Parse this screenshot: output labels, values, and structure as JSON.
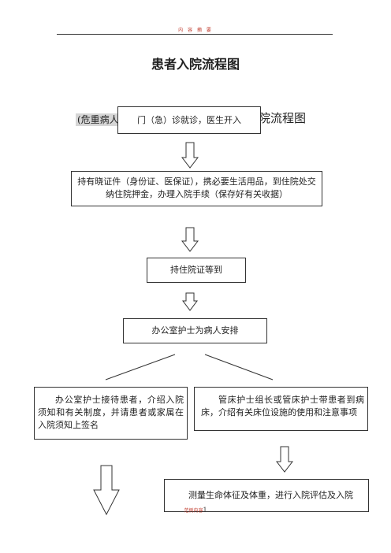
{
  "header": {
    "text": "内 容 摘 要"
  },
  "title": "患者入院流程图",
  "behind_text": {
    "left": "(危重病人",
    "right": "院流程图"
  },
  "boxes": {
    "b1": "门（急）诊就诊，医生开入",
    "b2": "持有晓证件（身份证、医保证），携必要生活用品，到住院处交纳住院押金，办理入院手续（保存好有关收据）",
    "b3": "持住院证等到",
    "b4": "办公室护士为病人安排",
    "b5": "办公室护士接待患者，介绍入院须知和有关制度，并请患者或家属在入院须知上签名",
    "b6": "管床护士组长或管床护士带患者到病床，介绍有关床位设施的使用和注意事项",
    "b7": "测量生命体征及体重，进行入院评估及入院"
  },
  "footer": {
    "label": "范例内容",
    "page": "1"
  }
}
